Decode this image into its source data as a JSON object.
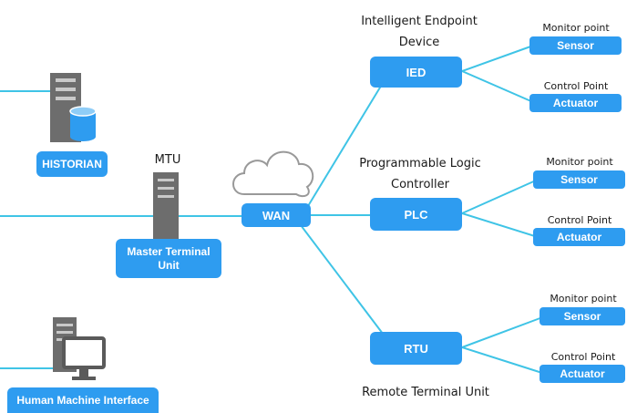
{
  "colors": {
    "accent": "#2e9cf0",
    "line": "#3fc4e6",
    "server": "#6d6d6d",
    "text": "#1a1a1a"
  },
  "left": {
    "historian": {
      "label": "HISTORIAN",
      "icon": "server-database-icon"
    },
    "mtu": {
      "caption": "MTU",
      "label_line1": "Master Terminal",
      "label_line2": "Unit",
      "icon": "server-icon"
    },
    "hmi": {
      "label": "Human Machine Interface",
      "icon": "server-monitor-icon"
    }
  },
  "center": {
    "wan": {
      "label": "WAN",
      "icon": "cloud-icon"
    }
  },
  "devices": {
    "ied": {
      "label": "IED",
      "caption_line1": "Intelligent Endpoint",
      "caption_line2": "Device"
    },
    "plc": {
      "label": "PLC",
      "caption_line1": "Programmable Logic",
      "caption_line2": "Controller"
    },
    "rtu": {
      "label": "RTU",
      "caption_line1": "Remote Terminal Unit"
    }
  },
  "endpoints": {
    "ied_monitor": {
      "caption": "Monitor point",
      "label": "Sensor"
    },
    "ied_control": {
      "caption": "Control Point",
      "label": "Actuator"
    },
    "plc_monitor": {
      "caption": "Monitor point",
      "label": "Sensor"
    },
    "plc_control": {
      "caption": "Control Point",
      "label": "Actuator"
    },
    "rtu_monitor": {
      "caption": "Monitor point",
      "label": "Sensor"
    },
    "rtu_control": {
      "caption": "Control Point",
      "label": "Actuator"
    }
  }
}
